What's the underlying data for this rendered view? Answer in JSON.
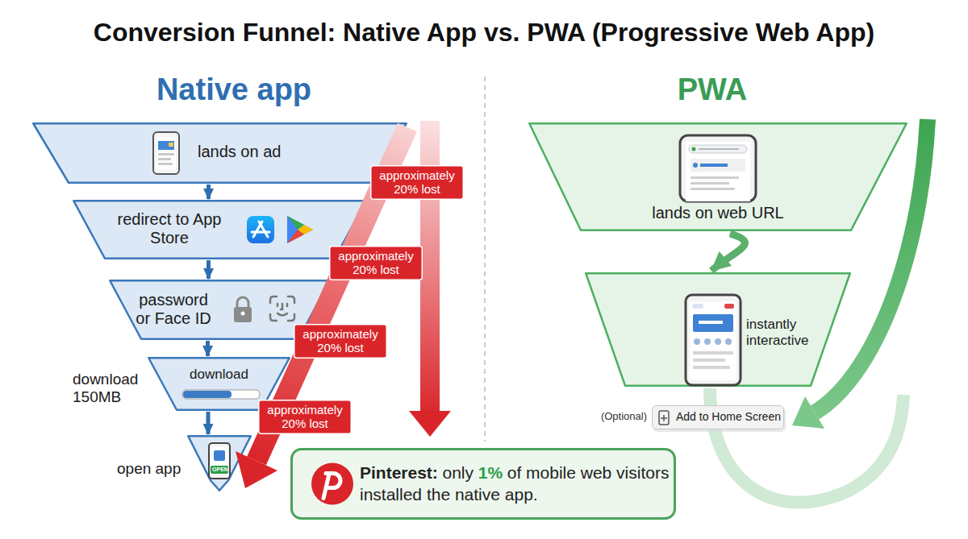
{
  "diagram": {
    "title": "Conversion Funnel: Native App vs. PWA (Progressive Web App)",
    "nodes": [
      {
        "text": [
          "lands on ad"
        ]
      },
      {
        "text": [
          "redirect to App Store"
        ]
      },
      {
        "text": [
          "password or Face ID"
        ]
      },
      {
        "text": [
          "download 150MB",
          "download"
        ]
      },
      {
        "text": [
          "open app",
          "OPEN"
        ]
      },
      {
        "text": [
          "approximately 20% lost"
        ]
      },
      {
        "text": [
          "approximately 20% lost"
        ]
      },
      {
        "text": [
          "approximately 20% lost"
        ]
      },
      {
        "text": [
          "approximately 20% lost"
        ]
      },
      {
        "text": [
          "Pinterest:",
          "only",
          "1%",
          "of mobile web visitors installed the native app."
        ]
      },
      {
        "text": [
          "lands on web URL"
        ]
      },
      {
        "text": [
          "instantly interactive"
        ]
      },
      {
        "text": [
          "(Optional)",
          "Add to Home Screen"
        ]
      }
    ],
    "edges": [
      {
        "from": 0,
        "to": 1,
        "arrow": "to"
      },
      {
        "from": 1,
        "to": 2,
        "arrow": "to"
      },
      {
        "from": 2,
        "to": 3,
        "arrow": "to"
      },
      {
        "from": 3,
        "to": 4,
        "arrow": "to"
      },
      {
        "from": 10,
        "to": 11,
        "arrow": "to"
      }
    ],
    "labels": [
      "Native app",
      "PWA"
    ]
  }
}
